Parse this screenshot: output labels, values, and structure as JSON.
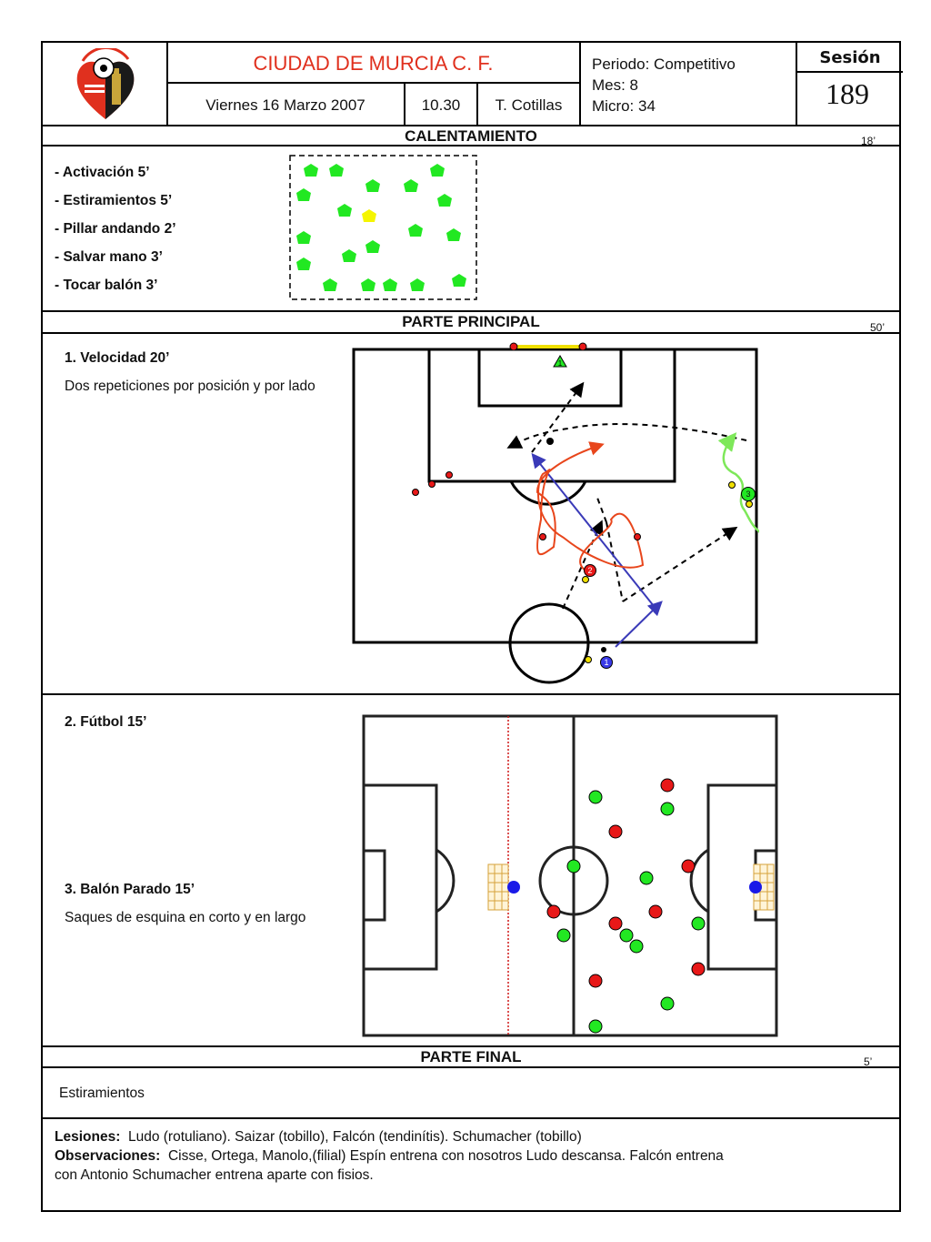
{
  "header": {
    "club_name": "CIUDAD DE MURCIA C. F.",
    "date": "Viernes 16 Marzo  2007",
    "time": "10.30",
    "coach": "T. Cotillas",
    "periodo": "Periodo: Competitivo",
    "mes": "Mes: 8",
    "micro": "Micro: 34",
    "sesion_label": "Sesión",
    "sesion_number": "189",
    "logo": "club-crest-icon"
  },
  "warmup": {
    "title": "CALENTAMIENTO",
    "minutes": "18’",
    "items": [
      "- Activación 5’",
      "- Estiramientos 5’",
      "- Pillar andando 2’",
      "- Salvar mano 3’",
      "- Tocar balón 3’"
    ]
  },
  "main": {
    "title": "PARTE PRINCIPAL",
    "minutes": "50’",
    "exercise1_title": "1.  Velocidad 20’",
    "exercise1_desc": "Dos repeticiones por posición y por lado",
    "exercise2_title": "2. Fútbol 15’",
    "exercise3_title": "3. Balón Parado 15’",
    "exercise3_desc": "Saques de esquina en corto y en largo",
    "diagram1_labels": [
      "1",
      "2",
      "3",
      "1"
    ]
  },
  "final": {
    "title": "PARTE FINAL",
    "minutes": "5’",
    "text": "Estiramientos"
  },
  "notes": {
    "lesiones_label": "Lesiones:",
    "lesiones_text": "Ludo (rotuliano). Saizar (tobillo), Falcón (tendinítis). Schumacher (tobillo)",
    "observaciones_label": "Observaciones:",
    "observaciones_text": "Cisse, Ortega, Manolo,(filial)  Espín entrena con nosotros Ludo descansa. Falcón entrena",
    "observaciones_text2": "con Antonio Schumacher entrena aparte con fisios."
  },
  "colors": {
    "club_red": "#e0301e",
    "player_green": "#22e822",
    "player_red": "#e81818",
    "keeper_blue": "#1a1ae8",
    "pass_arrow": "#000000",
    "run_blue": "#3a3ab8",
    "dribble_orange": "#e8461c",
    "dribble_green": "#7ee85a"
  }
}
